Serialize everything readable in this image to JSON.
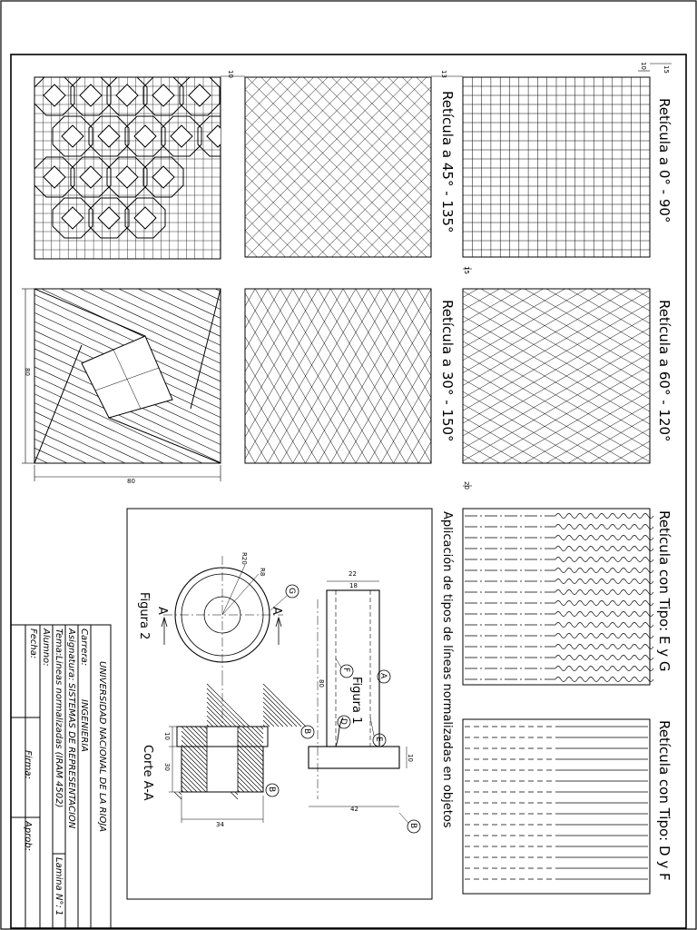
{
  "panels": {
    "grid_0_90": "Retícula a 0° - 90°",
    "grid_45_135": "Retícula a 45° - 135°",
    "grid_60_120": "Retícula a 60° - 120°",
    "grid_30_150": "Retícula a 30° - 150°",
    "type_e_g": "Retícula con Tipo: E y G",
    "type_d_f": "Retícula con Tipo: D y F",
    "application": "Aplicación de tipos de líneas normalizadas en objetos"
  },
  "dimensions": {
    "d10_top": "10",
    "d13": "13",
    "d10_right": "10",
    "d15_right": "15",
    "d15_mid": "15",
    "d20": "20",
    "d80_v": "80",
    "d80_h": "80",
    "d22": "22",
    "d18": "18",
    "d80_fig": "80",
    "d10_fig": "10",
    "d42": "42",
    "d10_sec": "10",
    "d30_sec": "30",
    "d34": "34",
    "r20": "R20",
    "r8": "R8"
  },
  "figures": {
    "fig1": "Figura 1",
    "fig2": "Figura 2",
    "section": "Corte A-A",
    "section_a": "A",
    "labels": [
      "A",
      "B",
      "D",
      "E",
      "F",
      "G"
    ]
  },
  "titleblock": {
    "university": "UNIVERSIDAD NACIONAL DE LA RIOJA",
    "career_label": "Carrera:",
    "career_value": "INGENIERIA",
    "subject_label": "Asignatura:",
    "subject_value": "SISTEMAS DE REPRESENTACION",
    "topic_label": "Tema:",
    "topic_value": "Lineas normalizadas (IRAM 4502)",
    "sheet_label": "Lamina N°:",
    "sheet_value": "1",
    "student_label": "Alumno:",
    "date_label": "Fecha:",
    "signature_label": "Firma:",
    "approved_label": "Aprob:"
  }
}
